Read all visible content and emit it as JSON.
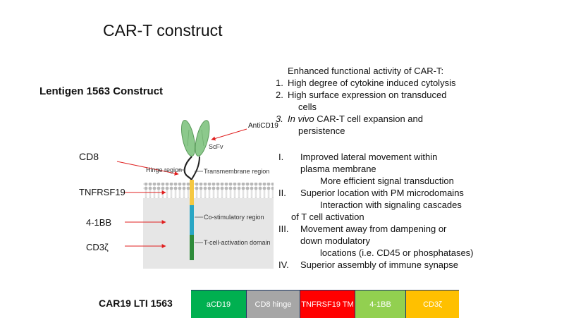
{
  "title": "CAR-T construct",
  "construct_title": "Lentigen 1563 Construct",
  "diagram": {
    "labels": {
      "cd8": "CD8",
      "tnfrsf19": "TNFRSF19",
      "bb": "4-1BB",
      "cd3z": "CD3ζ",
      "anticd19": "AntiCD19"
    },
    "small_labels": {
      "scfv": "ScFv",
      "hinge": "Hinge region",
      "transmembrane": "Transmembrane region",
      "costim": "Co-stimulatory region",
      "tcell": "T-cell-activation domain"
    }
  },
  "right_text": {
    "heading": "Enhanced functional activity of CAR-T:",
    "list1": {
      "n1": "1.",
      "t1": "High degree of cytokine induced cytolysis",
      "n2": "2.",
      "t2a": "High surface expression on transduced",
      "t2b": "cells",
      "n3": "3.",
      "t3_italic": "In vivo",
      "t3a": " CAR-T cell expansion and",
      "t3b": "persistence"
    },
    "list2": {
      "n1": "I.",
      "t1a": "Improved lateral movement within",
      "t1b": "plasma membrane",
      "t1c": "More efficient signal transduction",
      "n2": "II.",
      "t2a": "Superior location with PM microdomains",
      "t2b": "Interaction with signaling cascades",
      "t2c": "of T cell activation",
      "n3": "III.",
      "t3a": "Movement away from dampening or",
      "t3b": "down modulatory",
      "t3c": "locations (i.e. CD45 or phosphatases)",
      "n4": "IV.",
      "t4a": "Superior assembly of immune synapse"
    }
  },
  "bar": {
    "label": "CAR19 LTI 1563",
    "segments": {
      "s1": {
        "label": "aCD19",
        "color": "#00b050"
      },
      "s2": {
        "label": "CD8 hinge",
        "color": "#a6a6a6"
      },
      "s3": {
        "label": "TNFRSF19 TM",
        "color": "#ff0000"
      },
      "s4": {
        "label": "4-1BB",
        "color": "#92d050"
      },
      "s5": {
        "label": "CD3ζ",
        "color": "#ffc000"
      }
    }
  }
}
